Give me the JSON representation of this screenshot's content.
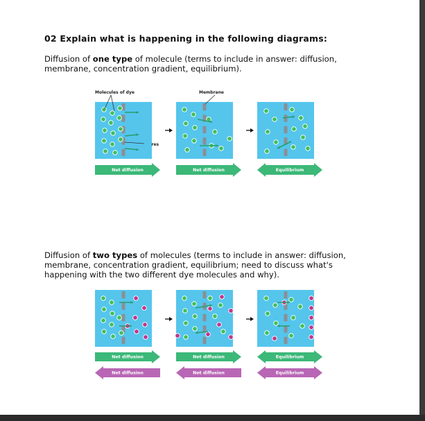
{
  "heading": "02 Explain what is happening in the following diagrams:",
  "section1": {
    "pre": "Diffusion of ",
    "bold": "one type",
    "post": " of molecule (terms to include in answer: diffusion, membrane, concentration gradient, equilibrium).",
    "labels": {
      "dye": "Molecules of dye",
      "membrane": "Membrane",
      "pores": "Pores"
    },
    "arrows": [
      "Net diffusion",
      "Net diffusion",
      "Equilibrium"
    ]
  },
  "section2": {
    "pre": "Diffusion of ",
    "bold": "two types",
    "post": " of molecules (terms to include in answer: diffusion, membrane, concentration gradient, equilibrium; need to discuss what's happening with the two different dye molecules and why).",
    "green_arrows": [
      "Net diffusion",
      "Net diffusion",
      "Equilibrium"
    ],
    "purple_arrows": [
      "Net diffusion",
      "Net diffusion",
      "Equilibrium"
    ]
  },
  "colors": {
    "box": "#55c5ec",
    "green_dot": "#3fbf5a",
    "purple_dot": "#c0368a",
    "green_arrow": "#3cb878",
    "purple_arrow": "#b866b5",
    "membrane": "#8a8f95"
  }
}
